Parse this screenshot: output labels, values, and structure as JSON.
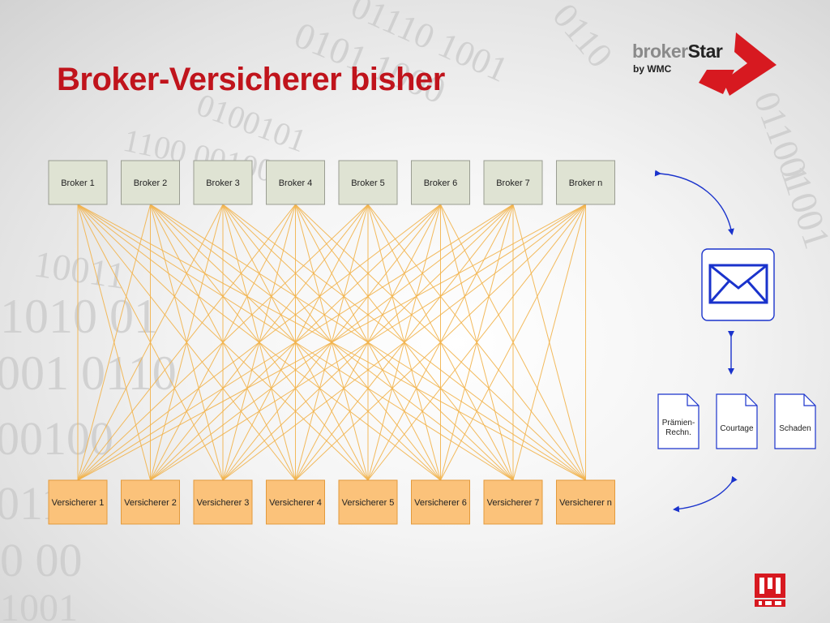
{
  "title": "Broker-Versicherer bisher",
  "logo": {
    "brand_part1": "broker",
    "brand_part2": "Star",
    "byline": "by WMC"
  },
  "brokers": [
    "Broker 1",
    "Broker 2",
    "Broker 3",
    "Broker 4",
    "Broker 5",
    "Broker 6",
    "Broker 7",
    "Broker n"
  ],
  "insurers": [
    "Versicherer 1",
    "Versicherer 2",
    "Versicherer 3",
    "Versicherer 4",
    "Versicherer 5",
    "Versicherer 6",
    "Versicherer 7",
    "Versicherer n"
  ],
  "documents": [
    [
      "Prämien-",
      "Rechn."
    ],
    [
      "Courtage"
    ],
    [
      "Schaden"
    ]
  ],
  "colors": {
    "title": "#c0141c",
    "broker_fill": "#dfe3d3",
    "insurer_fill": "#fbc27a",
    "insurer_stroke": "#e39a3c",
    "connector": "#f2b24a",
    "blue": "#1a33cc"
  },
  "icons": {
    "mail": "envelope-icon",
    "doc": "document-icon",
    "wmc": "wmc-logo-icon"
  }
}
